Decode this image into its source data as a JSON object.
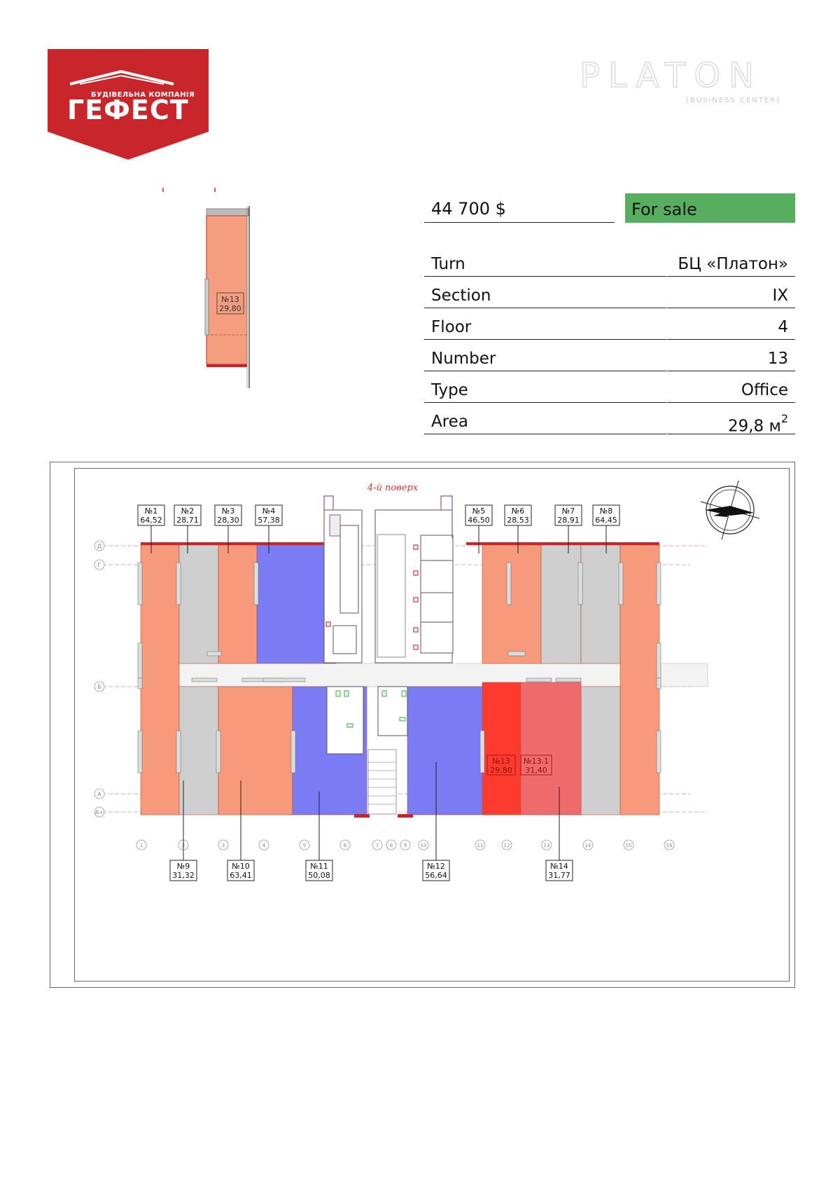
{
  "logo": {
    "tagline": "БУДІВЕЛЬНА КОМПАНІЯ",
    "name": "ГЕФЕСТ",
    "color": "#c9262c"
  },
  "brand": {
    "name": "PLATON",
    "subtitle": "[BUSINESS CENTER]"
  },
  "thumbnail": {
    "unit_label": "№13",
    "unit_area": "29,80"
  },
  "price": "44 700 $",
  "status": {
    "label": "For sale",
    "color": "#56ae5e"
  },
  "specs": [
    {
      "label": "Turn",
      "value": "БЦ «Платон»"
    },
    {
      "label": "Section",
      "value": "IX"
    },
    {
      "label": "Floor",
      "value": "4"
    },
    {
      "label": "Number",
      "value": "13"
    },
    {
      "label": "Type",
      "value": "Office"
    },
    {
      "label": "Area",
      "value": "29,8 м",
      "sup": "2"
    }
  ],
  "floor_plan": {
    "title": "4-й поверх",
    "colors": {
      "available": "#f79a7c",
      "sold": "#cfcfcf",
      "reserved": "#7b7bf4",
      "selected": "#ff3b2f",
      "selected_adjacent": "#ef6a6a"
    },
    "top_units": [
      {
        "id": "№1",
        "area": "64,52"
      },
      {
        "id": "№2",
        "area": "28,71"
      },
      {
        "id": "№3",
        "area": "28,30"
      },
      {
        "id": "№4",
        "area": "57,38"
      },
      {
        "id": "№5",
        "area": "46,50"
      },
      {
        "id": "№6",
        "area": "28,53"
      },
      {
        "id": "№7",
        "area": "28,91"
      },
      {
        "id": "№8",
        "area": "64,45"
      }
    ],
    "bottom_units": [
      {
        "id": "№9",
        "area": "31,32"
      },
      {
        "id": "№10",
        "area": "63,41"
      },
      {
        "id": "№11",
        "area": "50,08"
      },
      {
        "id": "№12",
        "area": "56,64"
      },
      {
        "id": "№14",
        "area": "31,77"
      }
    ],
    "selected_unit": {
      "id": "№13",
      "area": "29,80"
    },
    "adjacent_unit": {
      "id": "№13.1",
      "area": "31,40"
    },
    "row_axes": [
      "Д",
      "Г",
      "Б",
      "А",
      "А+"
    ],
    "column_axes": [
      "1",
      "2",
      "3",
      "4",
      "5",
      "6",
      "7",
      "8",
      "9",
      "10",
      "11",
      "12",
      "13",
      "14",
      "15",
      "16"
    ]
  }
}
